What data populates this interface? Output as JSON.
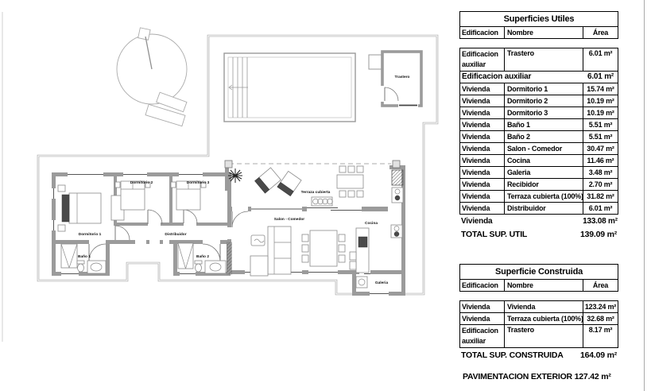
{
  "plan": {
    "labels": {
      "trastero": "Trastero",
      "dormitorio1": "Dormitorio 1",
      "dormitorio2": "Dormitorio 2",
      "dormitorio3": "Dormitorio 3",
      "bano1": "Baño 1",
      "bano2": "Baño 2",
      "distribuidor": "Distribuidor",
      "salon": "Salon - Comedor",
      "cocina": "Cocina",
      "galeria": "Galeria",
      "terraza": "Terraza cubierta"
    },
    "colors": {
      "wall": "#9b9b9b",
      "line": "#888888",
      "boundary": "#aaaaaa",
      "text": "#111111"
    }
  },
  "tables": {
    "utiles": {
      "title": "Superficies Utiles",
      "columns": {
        "edificacion": "Edificacion",
        "nombre": "Nombre",
        "area": "Área"
      },
      "aux_row": {
        "edificacion": "Edificacion auxiliar",
        "nombre": "Trastero",
        "area": "6.01 m²"
      },
      "aux_subtotal": {
        "label": "Edificacion auxiliar",
        "value": "6.01 m²"
      },
      "vivienda_rows": [
        {
          "edificacion": "Vivienda",
          "nombre": "Dormitorio 1",
          "area": "15.74 m²"
        },
        {
          "edificacion": "Vivienda",
          "nombre": "Dormitorio 2",
          "area": "10.19 m²"
        },
        {
          "edificacion": "Vivienda",
          "nombre": "Dormitorio 3",
          "area": "10.19 m²"
        },
        {
          "edificacion": "Vivienda",
          "nombre": "Baño 1",
          "area": "5.51 m²"
        },
        {
          "edificacion": "Vivienda",
          "nombre": "Baño 2",
          "area": "5.51 m²"
        },
        {
          "edificacion": "Vivienda",
          "nombre": "Salon - Comedor",
          "area": "30.47 m²"
        },
        {
          "edificacion": "Vivienda",
          "nombre": "Cocina",
          "area": "11.46 m²"
        },
        {
          "edificacion": "Vivienda",
          "nombre": "Galeria",
          "area": "3.48 m²"
        },
        {
          "edificacion": "Vivienda",
          "nombre": "Recibidor",
          "area": "2.70 m²"
        },
        {
          "edificacion": "Vivienda",
          "nombre": "Terraza cubierta (100%)",
          "area": "31.82 m²"
        },
        {
          "edificacion": "Vivienda",
          "nombre": "Distribuidor",
          "area": "6.01 m²"
        }
      ],
      "vivienda_subtotal": {
        "label": "Vivienda",
        "value": "133.08 m²"
      },
      "total": {
        "label": "TOTAL SUP. UTIL",
        "value": "139.09 m²"
      }
    },
    "construida": {
      "title": "Superficie Construida",
      "columns": {
        "edificacion": "Edificacion",
        "nombre": "Nombre",
        "area": "Área"
      },
      "rows": [
        {
          "edificacion": "Vivienda",
          "nombre": "Vivienda",
          "area": "123.24 m²"
        },
        {
          "edificacion": "Vivienda",
          "nombre": "Terraza cubierta (100%)",
          "area": "32.68 m²"
        },
        {
          "edificacion": "Edificacion auxiliar",
          "nombre": "Trastero",
          "area": "8.17 m²"
        }
      ],
      "total": {
        "label": "TOTAL SUP. CONSTRUIDA",
        "value": "164.09 m²"
      }
    }
  },
  "footer": {
    "pavimentacion": "PAVIMENTACION EXTERIOR 127.42 m²"
  }
}
